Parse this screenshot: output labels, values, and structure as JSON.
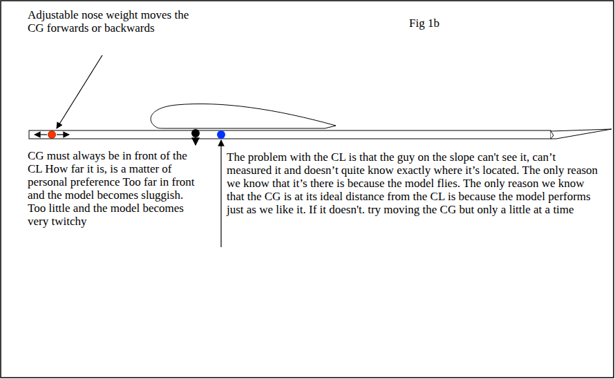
{
  "diagram": {
    "labels": [
      "Adjustable nose weight moves the CG forwards or backwards",
      "Fig 1b",
      "CG must always be in front of the CL How far it is, is a matter of personal preference Too far in front and the model becomes sluggish. Too little and the model becomes very twitchy",
      "The problem with the CL is that the guy on the slope can't see it, can’t measured it and doesn’t quite know exactly where it’s located. The only reason we know that it’s there is because the model flies. The only reason we know that the CG is at its ideal distance from the CL is because the model performs just as we like it. If it doesn't. try moving the CG but only a little at a time"
    ]
  }
}
